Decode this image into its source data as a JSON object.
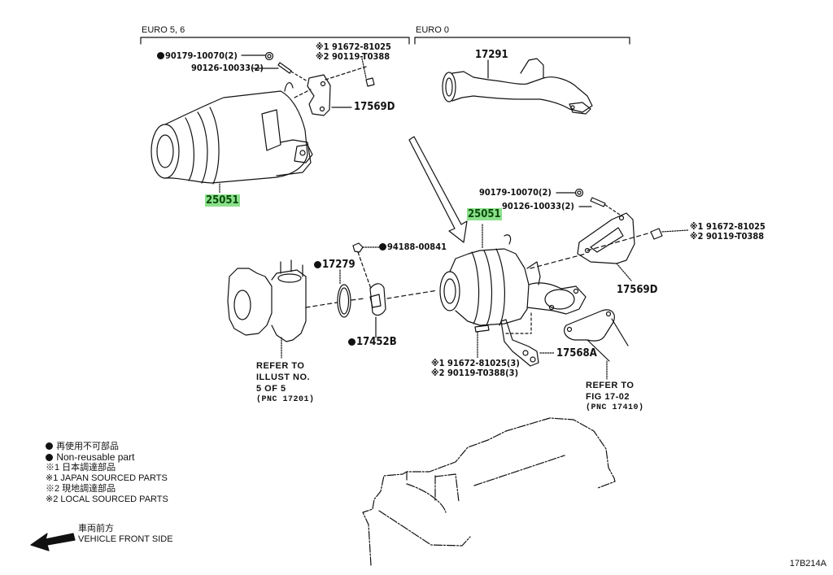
{
  "sections": {
    "euro56": "EURO 5, 6",
    "euro0": "EURO 0"
  },
  "parts": {
    "top_left": {
      "nut": "90179-10070(2)",
      "stud": "90126-10033(2)",
      "bolt_jp": "※1 91672-81025",
      "bolt_local": "※2 90119-T0388",
      "bracket": "17569D",
      "converter": "25051"
    },
    "top_right": {
      "pipe": "17291"
    },
    "main": {
      "nut": "90179-10070(2)",
      "stud": "90126-10033(2)",
      "converter": "25051",
      "bolt_jp": "※1 91672-81025",
      "bolt_local": "※2 90119-T0388",
      "bracket": "17569D",
      "clamp_nut": "94188-00841",
      "gasket": "17279",
      "clamp": "17452B",
      "bracket_lower": "17568A",
      "bolt_jp_3": "※1 91672-81025(3)",
      "bolt_local_3": "※2 90119-T0388(3)"
    }
  },
  "refers": {
    "turbo": [
      "REFER TO",
      "ILLUST NO.",
      "5 OF 5",
      "(PNC 17201)"
    ],
    "exhaust": [
      "REFER TO",
      "FIG 17-02",
      "(PNC 17410)"
    ]
  },
  "legend": {
    "nonreusable_jp": "再使用不可部品",
    "nonreusable_en": "Non-reusable part",
    "japan_jp": "※1  日本調達部品",
    "japan_en": "※1  JAPAN SOURCED PARTS",
    "local_jp": "※2  現地調達部品",
    "local_en": "※2  LOCAL SOURCED PARTS",
    "front_jp": "車両前方",
    "front_en": "VEHICLE FRONT SIDE"
  },
  "highlight_color": "#8be08b",
  "figure_code": "17B214A"
}
